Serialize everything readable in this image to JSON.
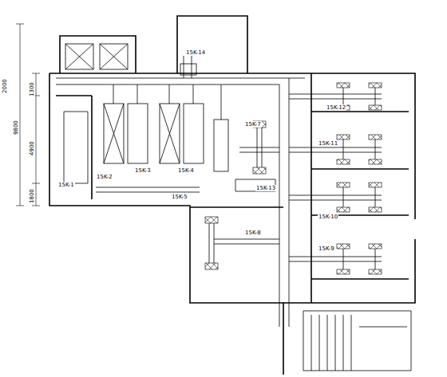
{
  "diagram": {
    "labels": [
      "15K-14",
      "15K-12",
      "15K-7",
      "15K-11",
      "15K-1",
      "15K-2",
      "15K-3",
      "15K-4",
      "15K-5",
      "15K-13",
      "15K-10",
      "15K-8",
      "15K-9",
      "2000",
      "9800",
      "1300",
      "4900",
      "1800"
    ]
  }
}
